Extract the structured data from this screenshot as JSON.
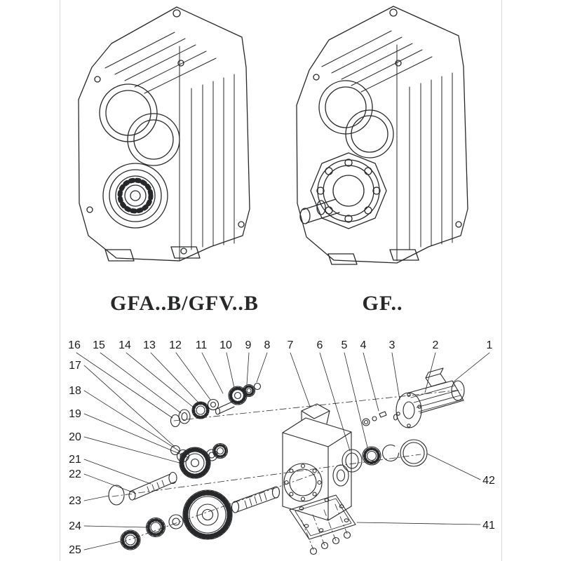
{
  "figures": {
    "left_caption": "GFA..B/GFV..B",
    "right_caption": "GF.."
  },
  "exploded": {
    "callouts_top": [
      "16",
      "15",
      "14",
      "13",
      "12",
      "11",
      "10",
      "9",
      "8",
      "7",
      "6",
      "5",
      "4",
      "3",
      "2",
      "1"
    ],
    "callouts_left": [
      "17",
      "18",
      "19",
      "20",
      "21",
      "22",
      "23",
      "24",
      "25"
    ],
    "callouts_right": [
      "42",
      "41"
    ]
  },
  "colors": {
    "ink": "#26282a",
    "edge": "#d8d8d8",
    "paper": "#ffffff"
  }
}
